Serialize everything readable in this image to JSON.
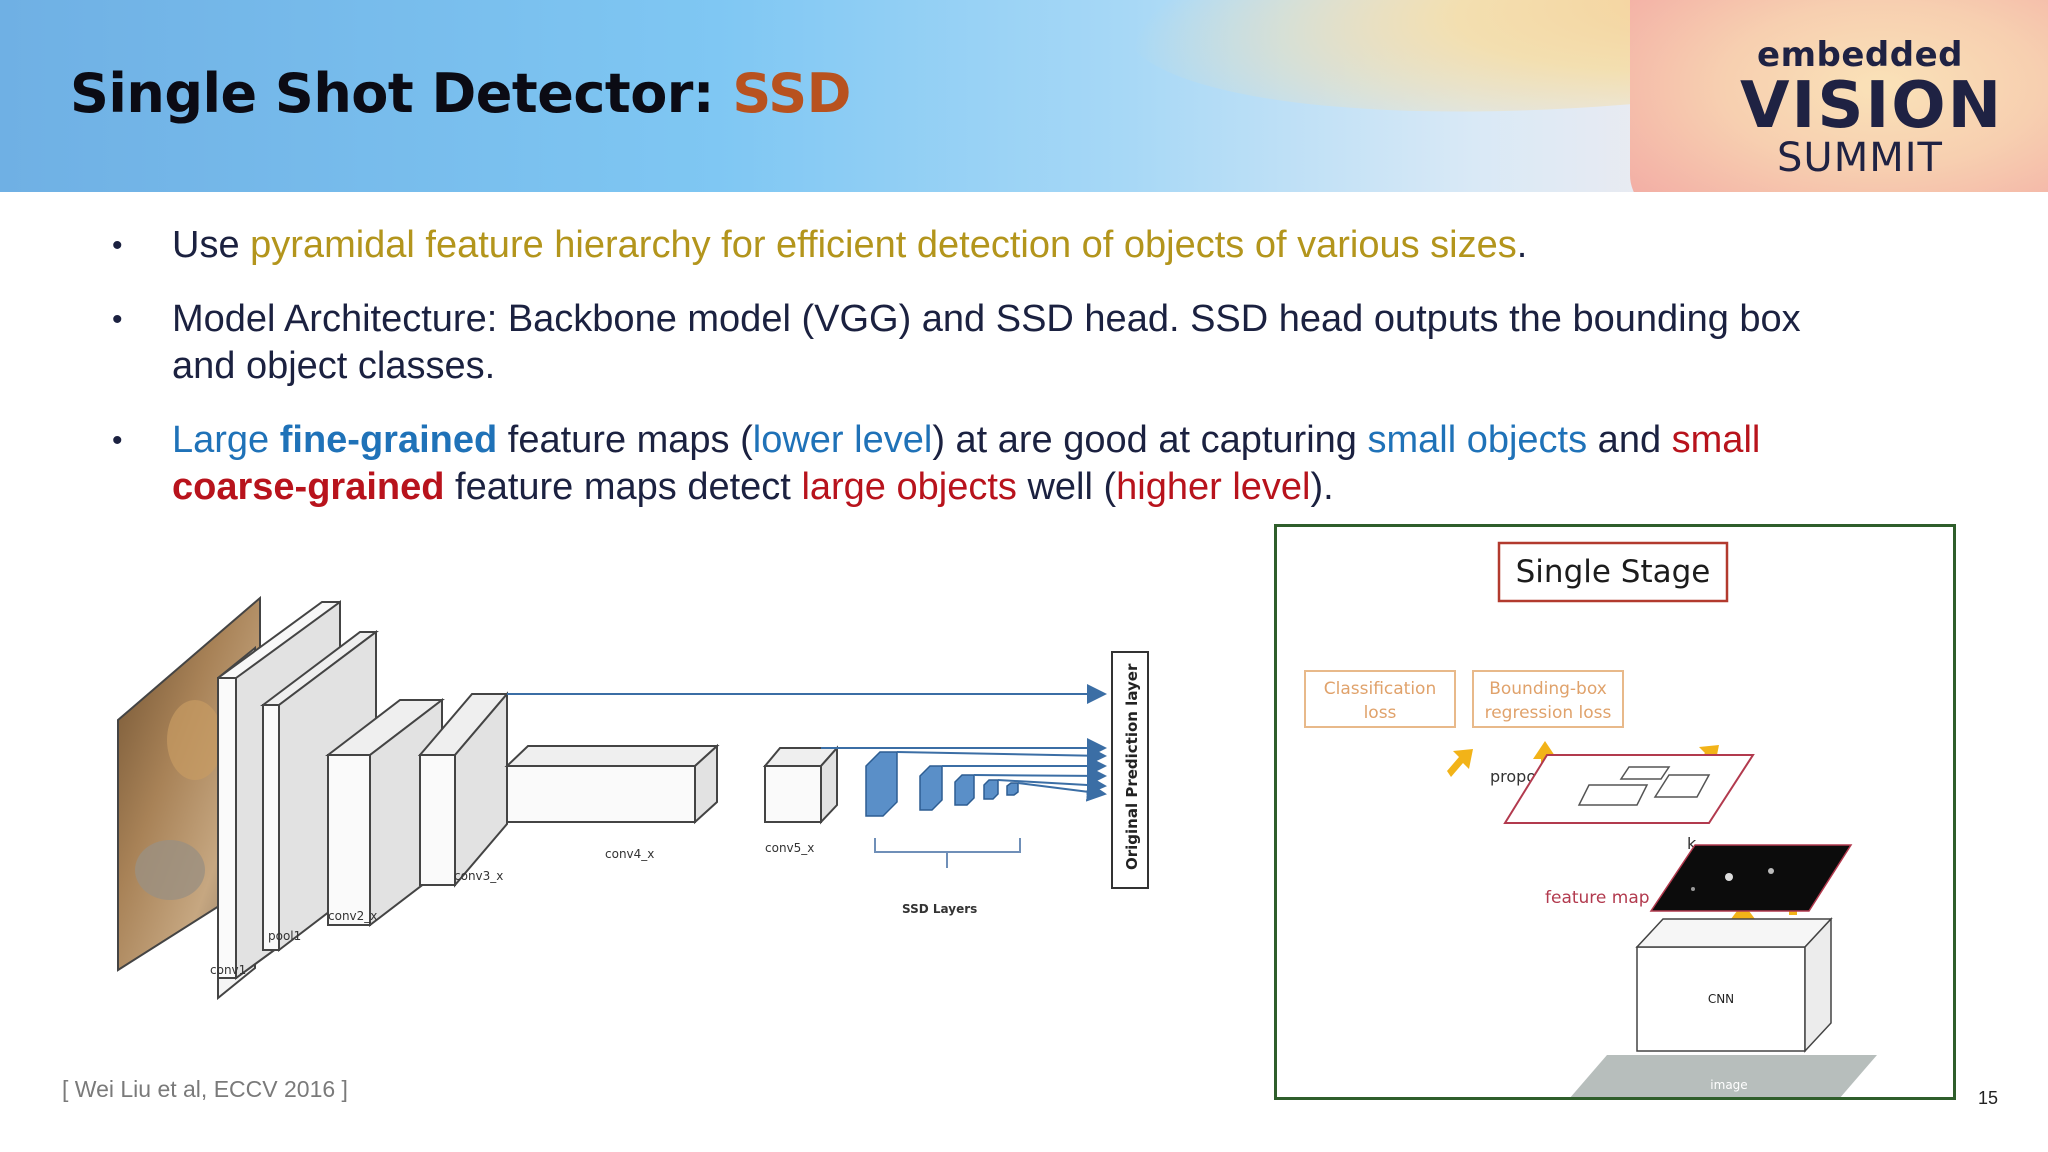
{
  "title": {
    "main": "Single Shot Detector: ",
    "accent": "SSD"
  },
  "logo": {
    "line1": "embedded",
    "line2": "VISION",
    "line3": "SUMMIT"
  },
  "bullets": {
    "b1": {
      "t1": "Use ",
      "t2": "pyramidal feature hierarchy for efficient detection of objects of various sizes",
      "t3": "."
    },
    "b2": {
      "line1": "Model Architecture: Backbone model (VGG) and SSD head. SSD head outputs the bounding box",
      "line2": "and object classes."
    },
    "b3": {
      "t1": "Large ",
      "t2": "fine-grained",
      "t3": " feature maps (",
      "t4": "lower level",
      "t5": ") at are good at capturing ",
      "t6": "small objects",
      "t7": " and ",
      "t8": "small",
      "t9": "coarse-grained",
      "t10": " feature maps detect ",
      "t11": "large objects",
      "t12": " well (",
      "t13": "higher level",
      "t14": ")."
    }
  },
  "ssd_diagram": {
    "layers": [
      "conv1",
      "pool1",
      "conv2_x",
      "conv3_x",
      "conv4_x",
      "conv5_x"
    ],
    "ssd_layers_label": "SSD Layers",
    "prediction_label": "Original Prediction layer"
  },
  "single_stage": {
    "title": "Single Stage",
    "cls_loss": [
      "Classification",
      "loss"
    ],
    "bbox_loss": [
      "Bounding-box",
      "regression loss"
    ],
    "proposals": "proposals",
    "k": "k",
    "feature_map": "feature map",
    "cnn": "CNN",
    "image": "image"
  },
  "citation": "[ Wei Liu et al, ECCV 2016 ]",
  "page_number": "15",
  "colors": {
    "accent": "#b8521f",
    "gold": "#b3951c",
    "blue": "#1f72b8",
    "red": "#b8131c",
    "box_border": "#2f5e2b"
  }
}
